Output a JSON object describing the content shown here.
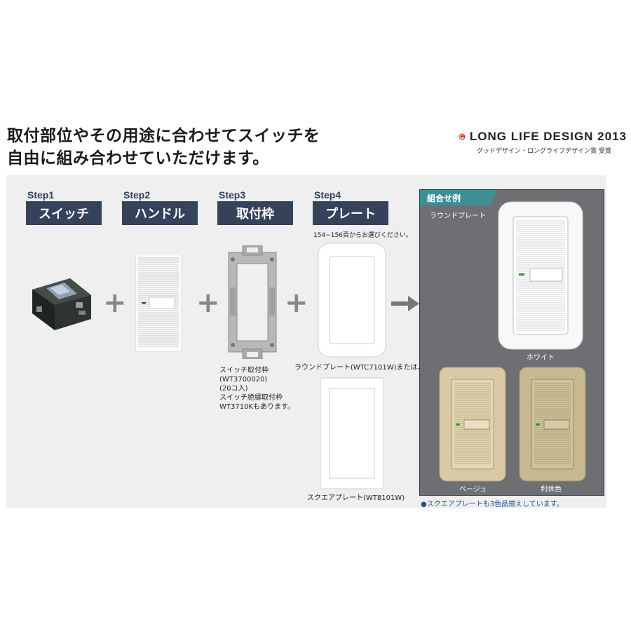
{
  "headline": {
    "line1": "取付部位やその用途に合わせてスイッチを",
    "line2": "自由に組み合わせていただけます。"
  },
  "award": {
    "title": "LONG LIFE DESIGN 2013",
    "subtitle": "グッドデザイン・ロングライフデザイン賞 受賞",
    "logo_icon": "g-mark-logo-icon"
  },
  "steps": [
    {
      "num": "Step1",
      "label": "スイッチ"
    },
    {
      "num": "Step2",
      "label": "ハンドル"
    },
    {
      "num": "Step3",
      "label": "取付枠"
    },
    {
      "num": "Step4",
      "label": "プレート"
    }
  ],
  "plus_symbol": "+",
  "notes": {
    "plate_pages": "154~156頁からお選びください。",
    "frame_line1": "スイッチ取付枠",
    "frame_line2": "(WT3700020)",
    "frame_line3": "(20コ入)",
    "frame_line4": "スイッチ絶縁取付枠",
    "frame_line5": "WT3710Kもあります。",
    "round_plate": "ラウンドプレート(WTC7101W)または、",
    "square_plate": "スクエアプレート(WT8101W)"
  },
  "combo": {
    "tag": "組合せ例",
    "subtitle": "ラウンドプレート",
    "white": "ホワイト",
    "beige": "ベージュ",
    "rikyu": "利休色"
  },
  "bottom_note": "●スクエアプレートも3色品揃えしています。",
  "colors": {
    "step_box": "#34435a",
    "combo_bg": "#6d6f72",
    "combo_tag": "#3e8e96",
    "plate_white": "#f8f8f8",
    "plate_beige": "#d9c9a4",
    "plate_rikyu": "#c6b98f",
    "logo_red": "#d6322c"
  }
}
